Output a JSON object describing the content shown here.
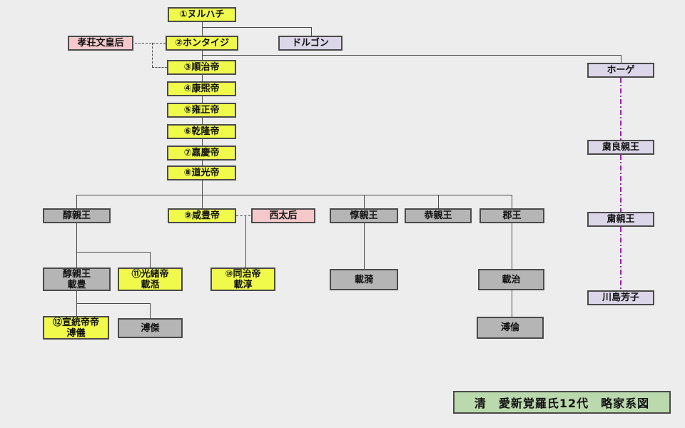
{
  "title": {
    "text": "清　愛新覚羅氏12代　略家系図"
  },
  "nodes": {
    "nurhaci": {
      "label": "①ヌルハチ"
    },
    "hongtaiji": {
      "label": "②ホンタイジ"
    },
    "dorgon": {
      "label": "ドルゴン"
    },
    "kosobunkogo": {
      "label": "孝荘文皇后"
    },
    "junchi": {
      "label": "③順治帝"
    },
    "koki": {
      "label": "④康煕帝"
    },
    "yosei": {
      "label": "⑤雍正帝"
    },
    "kenryu": {
      "label": "⑥乾隆帝"
    },
    "kakei": {
      "label": "⑦嘉慶帝"
    },
    "doko": {
      "label": "⑧道光帝"
    },
    "hoge": {
      "label": "ホーゲ"
    },
    "shukuryoshinno": {
      "label": "粛良親王"
    },
    "shukushinno": {
      "label": "粛親王"
    },
    "kawashima": {
      "label": "川島芳子"
    },
    "junshinno": {
      "label": "醇親王"
    },
    "kanpo": {
      "label": "⑨咸豊帝"
    },
    "seitaigo": {
      "label": "西太后"
    },
    "tonshinno": {
      "label": "惇親王"
    },
    "kyoshinno": {
      "label": "恭親王"
    },
    "gunno": {
      "label": "郡王"
    },
    "junshinnosaiho": {
      "label": "醇親王",
      "label2": "載豊"
    },
    "kosho": {
      "label": "⑪光緒帝",
      "label2": "載湉"
    },
    "dochi": {
      "label": "⑩同治帝",
      "label2": "載淳"
    },
    "saii": {
      "label": "載漪"
    },
    "saiji": {
      "label": "載治"
    },
    "sento": {
      "label": "⑫宣統帝帝",
      "label2": "溥儀"
    },
    "fuketsu": {
      "label": "溥傑"
    },
    "furin": {
      "label": "溥倫"
    }
  },
  "colors": {
    "background": "#ededee",
    "emperor_fill": "#f0fa4b",
    "consort_fill": "#f5c9cc",
    "prince_fill": "#b5b5b5",
    "relative_fill": "#dbd6e8",
    "title_fill": "#bad9ad",
    "line": "#4a4a4a",
    "lineage_dashdot": "#b400dc"
  }
}
